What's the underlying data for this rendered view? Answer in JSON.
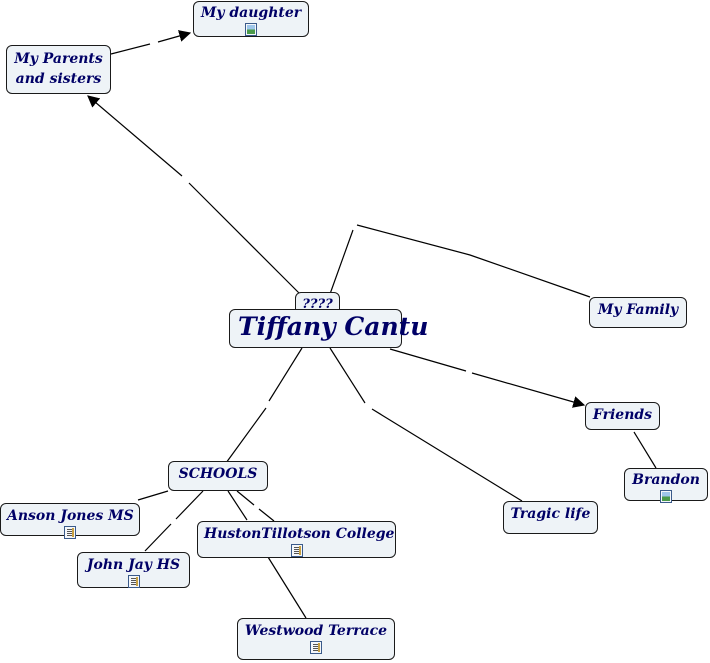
{
  "diagram": {
    "type": "concept-map",
    "nodes": {
      "tiffany": "Tiffany Cantu",
      "question": "????",
      "parents": "My Parents and sisters",
      "daughter": "My daughter",
      "family": "My Family",
      "friends": "Friends",
      "brandon": "Brandon",
      "schools": "SCHOOLS",
      "anson": "Anson Jones MS",
      "johnjay": "John Jay HS",
      "huston": "HustonTillotson College",
      "westwood": "Westwood Terrace",
      "tragic": "Tragic life"
    },
    "resource_icons": {
      "daughter": "image-icon",
      "brandon": "image-icon",
      "anson": "document-icon",
      "johnjay": "document-icon",
      "huston": "document-icon",
      "westwood": "document-icon"
    },
    "edges": [
      {
        "from": "question",
        "to": "parents",
        "arrow": true
      },
      {
        "from": "parents",
        "to": "daughter",
        "arrow": true
      },
      {
        "from": "question",
        "to": "family",
        "arrow": false
      },
      {
        "from": "tiffany",
        "to": "friends",
        "arrow": true
      },
      {
        "from": "friends",
        "to": "brandon",
        "arrow": false
      },
      {
        "from": "tiffany",
        "to": "schools",
        "arrow": false
      },
      {
        "from": "tiffany",
        "to": "tragic",
        "arrow": false
      },
      {
        "from": "schools",
        "to": "anson",
        "arrow": false
      },
      {
        "from": "schools",
        "to": "johnjay",
        "arrow": false
      },
      {
        "from": "schools",
        "to": "huston",
        "arrow": false
      },
      {
        "from": "schools",
        "to": "westwood",
        "arrow": false
      }
    ],
    "colors": {
      "node_fill": "#eef3f7",
      "node_text": "#000066",
      "line": "#000000"
    }
  }
}
